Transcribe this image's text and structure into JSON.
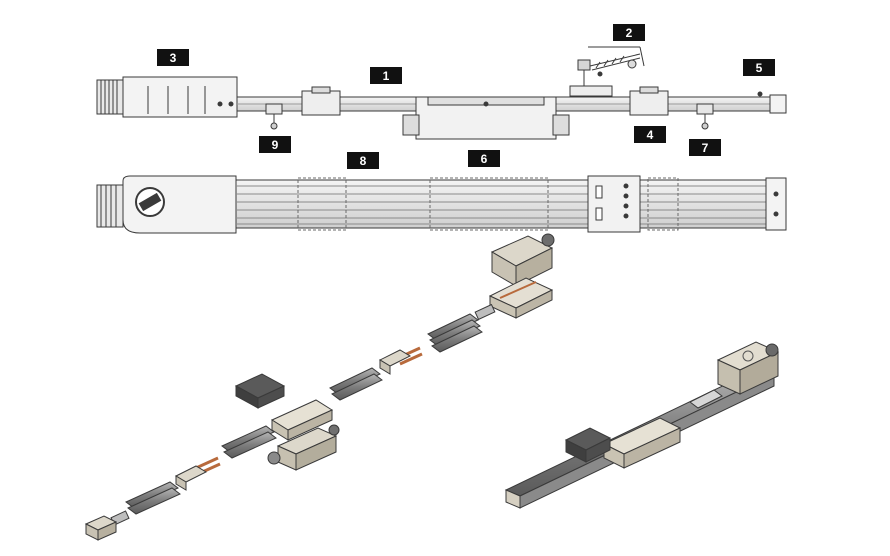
{
  "diagram": {
    "callouts": [
      {
        "id": "c1",
        "label": "1"
      },
      {
        "id": "c2",
        "label": "2"
      },
      {
        "id": "c3",
        "label": "3"
      },
      {
        "id": "c4",
        "label": "4"
      },
      {
        "id": "c5",
        "label": "5"
      },
      {
        "id": "c6",
        "label": "6"
      },
      {
        "id": "c7",
        "label": "7"
      },
      {
        "id": "c8",
        "label": "8"
      },
      {
        "id": "c9",
        "label": "9"
      }
    ],
    "colors": {
      "line": "#3a3a3a",
      "tag_bg": "#111111",
      "part_gray": "#cfcfcf",
      "part_dark": "#555555",
      "beige": "#d8d3c6",
      "copper": "#b86a3c"
    }
  }
}
